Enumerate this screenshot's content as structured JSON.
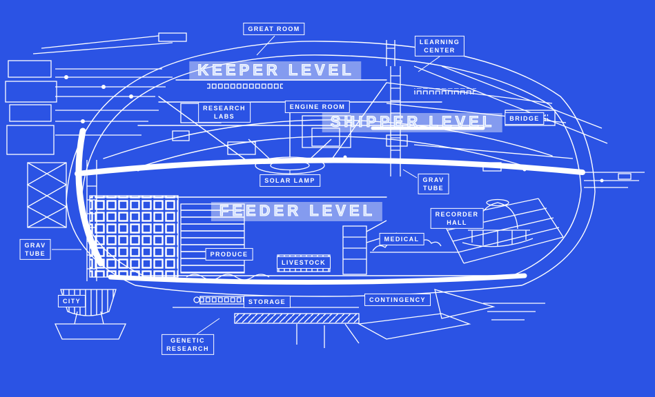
{
  "title": "Starship cutaway blueprint",
  "colors": {
    "background": "#2b53e4",
    "line": "#ffffff"
  },
  "levels": [
    {
      "id": "keeper-level",
      "label": "KEEPER LEVEL"
    },
    {
      "id": "shipper-level",
      "label": "SHIPPER LEVEL"
    },
    {
      "id": "feeder-level",
      "label": "FEEDER LEVEL"
    }
  ],
  "labels": [
    {
      "id": "great-room",
      "text": "GREAT ROOM"
    },
    {
      "id": "learning-center",
      "text": "LEARNING\nCENTER"
    },
    {
      "id": "research-labs",
      "text": "RESEARCH\nLABS"
    },
    {
      "id": "engine-room",
      "text": "ENGINE ROOM"
    },
    {
      "id": "bridge",
      "text": "BRIDGE"
    },
    {
      "id": "solar-lamp",
      "text": "SOLAR LAMP"
    },
    {
      "id": "grav-tube-right",
      "text": "GRAV\nTUBE"
    },
    {
      "id": "recorder-hall",
      "text": "RECORDER\nHALL"
    },
    {
      "id": "medical",
      "text": "MEDICAL"
    },
    {
      "id": "grav-tube-left",
      "text": "GRAV\nTUBE"
    },
    {
      "id": "produce",
      "text": "PRODUCE"
    },
    {
      "id": "livestock",
      "text": "LIVESTOCK"
    },
    {
      "id": "city",
      "text": "CITY"
    },
    {
      "id": "storage",
      "text": "STORAGE"
    },
    {
      "id": "contingency",
      "text": "CONTINGENCY"
    },
    {
      "id": "genetic-research",
      "text": "GENETIC\nRESEARCH"
    }
  ]
}
